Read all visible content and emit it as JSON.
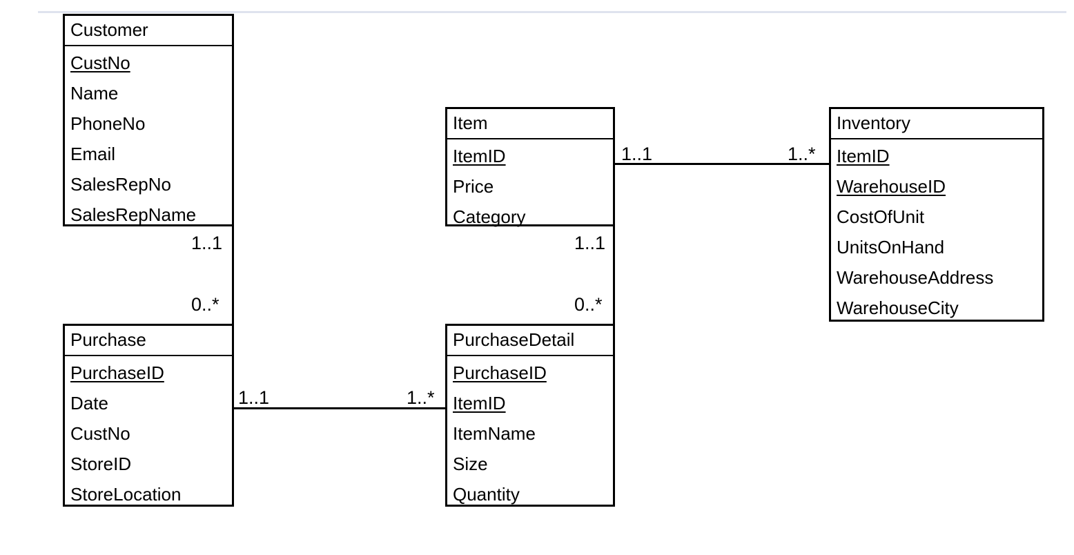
{
  "diagram": {
    "type": "er-class-diagram",
    "notation": "UML multiplicity",
    "colors": {
      "border": "#000000",
      "background": "#ffffff",
      "page_rule": "#dfe3ee"
    },
    "entities": [
      {
        "id": "customer",
        "name": "Customer",
        "attributes": [
          {
            "name": "CustNo",
            "key": true
          },
          {
            "name": "Name",
            "key": false
          },
          {
            "name": "PhoneNo",
            "key": false
          },
          {
            "name": "Email",
            "key": false
          },
          {
            "name": "SalesRepNo",
            "key": false
          },
          {
            "name": "SalesRepName",
            "key": false
          }
        ]
      },
      {
        "id": "item",
        "name": "Item",
        "attributes": [
          {
            "name": "ItemID",
            "key": true
          },
          {
            "name": "Price",
            "key": false
          },
          {
            "name": "Category",
            "key": false
          }
        ]
      },
      {
        "id": "inventory",
        "name": "Inventory",
        "attributes": [
          {
            "name": "ItemID",
            "key": true
          },
          {
            "name": "WarehouseID",
            "key": true
          },
          {
            "name": "CostOfUnit",
            "key": false
          },
          {
            "name": "UnitsOnHand",
            "key": false
          },
          {
            "name": "WarehouseAddress",
            "key": false
          },
          {
            "name": "WarehouseCity",
            "key": false
          }
        ]
      },
      {
        "id": "purchase",
        "name": "Purchase",
        "attributes": [
          {
            "name": "PurchaseID",
            "key": true
          },
          {
            "name": "Date",
            "key": false
          },
          {
            "name": "CustNo",
            "key": false
          },
          {
            "name": "StoreID",
            "key": false
          },
          {
            "name": "StoreLocation",
            "key": false
          }
        ]
      },
      {
        "id": "purchasedetail",
        "name": "PurchaseDetail",
        "attributes": [
          {
            "name": "PurchaseID",
            "key": true
          },
          {
            "name": "ItemID",
            "key": true
          },
          {
            "name": "ItemName",
            "key": false
          },
          {
            "name": "Size",
            "key": false
          },
          {
            "name": "Quantity",
            "key": false
          }
        ]
      }
    ],
    "relationships": [
      {
        "id": "item-inventory",
        "from": "item",
        "to": "inventory",
        "from_multiplicity": "1..1",
        "to_multiplicity": "1..*"
      },
      {
        "id": "customer-purchase",
        "from": "customer",
        "to": "purchase",
        "from_multiplicity": "1..1",
        "to_multiplicity": "0..*"
      },
      {
        "id": "item-purchasedetail",
        "from": "item",
        "to": "purchasedetail",
        "from_multiplicity": "1..1",
        "to_multiplicity": "0..*"
      },
      {
        "id": "purchase-purchasedetail",
        "from": "purchase",
        "to": "purchasedetail",
        "from_multiplicity": "1..1",
        "to_multiplicity": "1..*"
      }
    ]
  }
}
